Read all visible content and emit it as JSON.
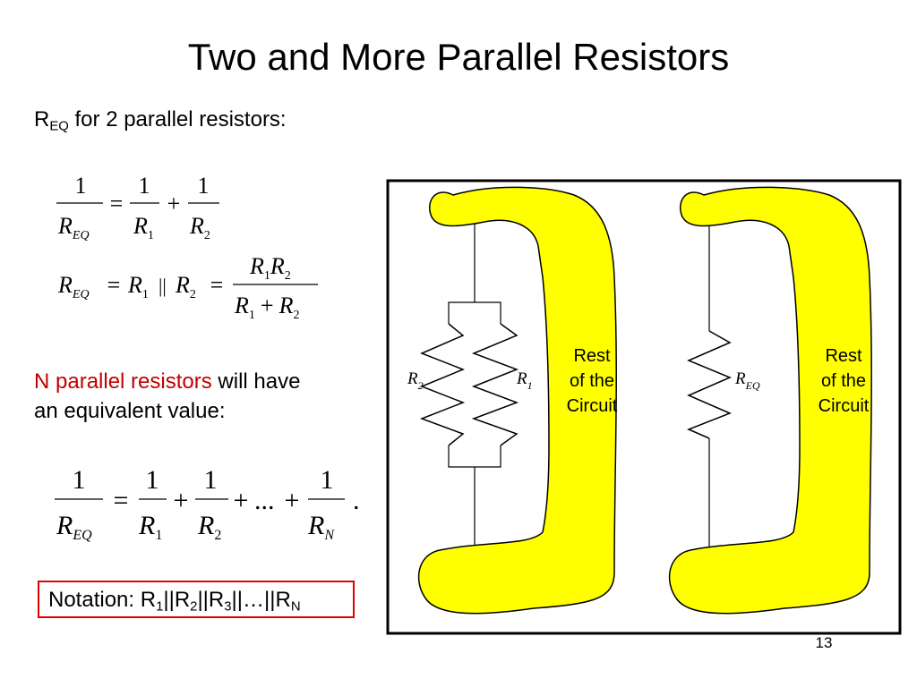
{
  "title": "Two and More Parallel Resistors",
  "req_heading": {
    "r": "R",
    "sub": "EQ",
    "text": " for 2 parallel resistors:"
  },
  "eq1": {
    "one": "1",
    "r": "R",
    "eq_sub": "EQ",
    "sub1": "1",
    "sub2": "2",
    "equals": "=",
    "plus": "+"
  },
  "eq2": {
    "r": "R",
    "eq_sub": "EQ",
    "sub1": "1",
    "sub2": "2",
    "equals": "=",
    "parallel": "||",
    "plus": "+"
  },
  "n_parallel": {
    "red": "N parallel resistors",
    "rest": " will have an equivalent value:"
  },
  "eq3": {
    "one": "1",
    "r": "R",
    "eq_sub": "EQ",
    "sub1": "1",
    "sub2": "2",
    "subn": "N",
    "equals": "=",
    "plus": "+",
    "dots": "...",
    "period": "."
  },
  "notation": {
    "label": "Notation: R",
    "s1": "1",
    "sep1": "||R",
    "s2": "2",
    "sep2": "||R",
    "s3": "3",
    "sep3": "||…||R",
    "sn": "N"
  },
  "circuit": {
    "r2": "R",
    "r2_sub": "2",
    "r1": "R",
    "r1_sub": "1",
    "req": "R",
    "req_sub": "EQ",
    "rest_line1": "Rest",
    "rest_line2": "of the",
    "rest_line3": "Circuit"
  },
  "colors": {
    "blob": "#ffff00",
    "highlight": "#c00000",
    "notation_border": "#e00000"
  },
  "page_number": "13"
}
